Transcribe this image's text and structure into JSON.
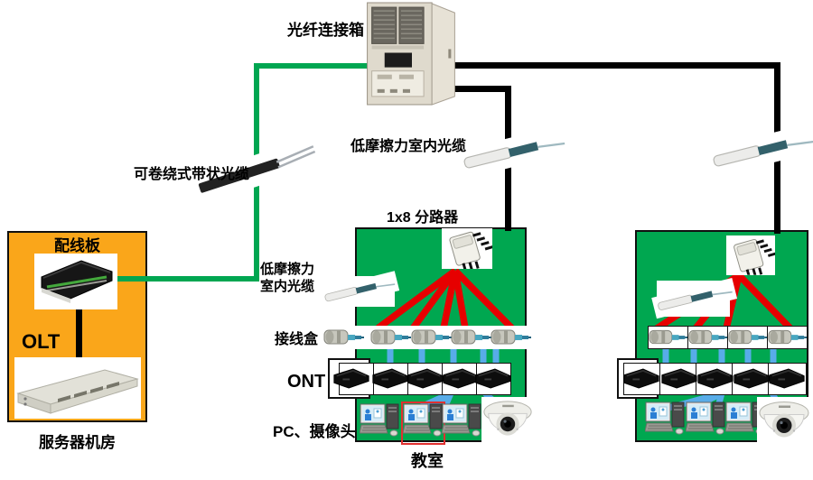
{
  "labels": {
    "fiber_connection_box": "光纤连接箱",
    "rollable_ribbon_cable": "可卷绕式带状光缆",
    "low_friction_indoor_cable": "低摩擦力室内光缆",
    "low_friction_line1": "低摩擦力",
    "low_friction_line2": "室内光缆",
    "splitter_1x8": "1x8 分路器",
    "patch_panel": "配线板",
    "olt": "OLT",
    "server_room": "服务器机房",
    "junction_box": "接线盒",
    "ont": "ONT",
    "pc_camera": "PC、摄像头",
    "classroom": "教室"
  },
  "colors": {
    "classroom_green": "#00A750",
    "server_room_yellow": "#FAA61A",
    "fiber_green_cable": "#00A651",
    "fiber_black_cable": "#000000",
    "drop_cable_red": "#E60000",
    "patch_cord_blue": "#58ACE8"
  }
}
